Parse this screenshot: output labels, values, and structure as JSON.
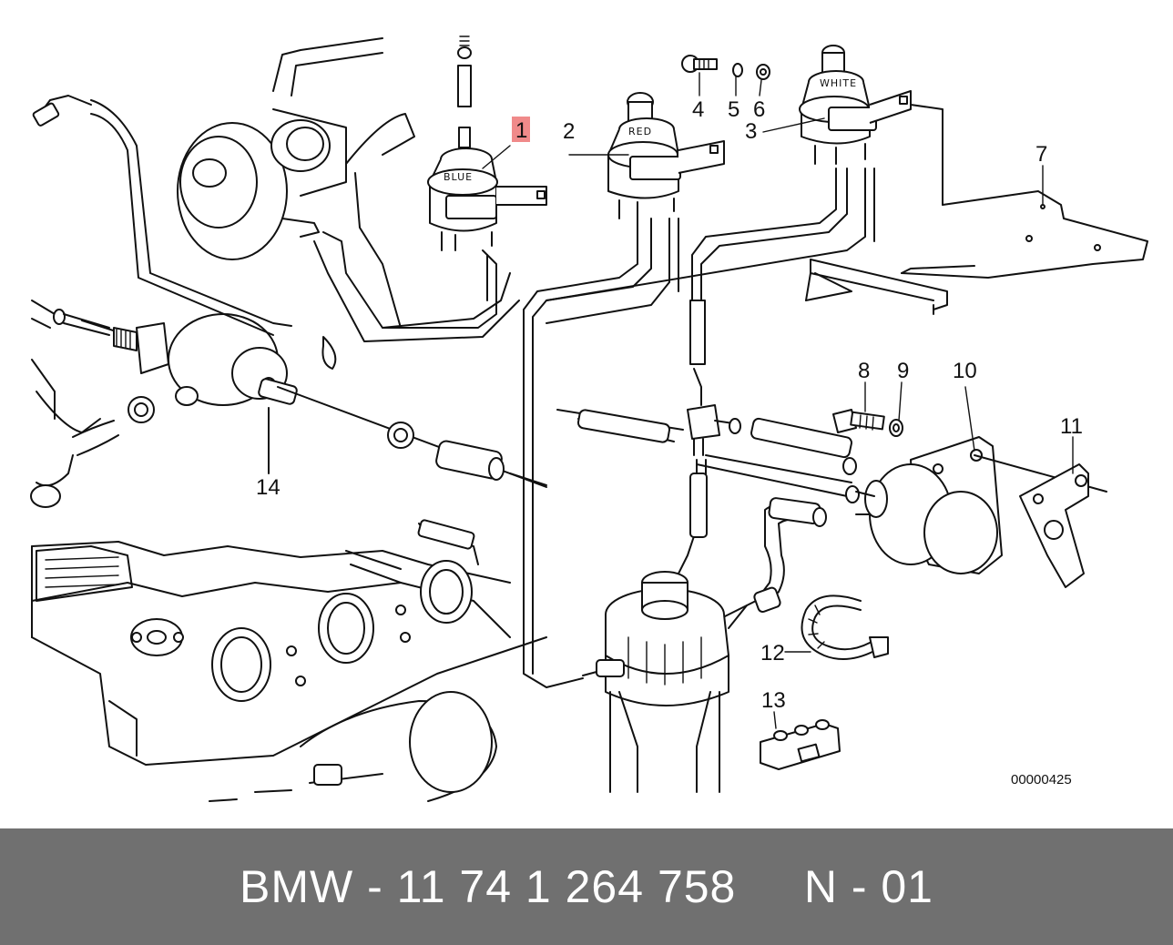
{
  "diagram": {
    "callouts": [
      "1",
      "2",
      "3",
      "4",
      "5",
      "6",
      "7",
      "8",
      "9",
      "10",
      "11",
      "12",
      "13",
      "14"
    ],
    "highlighted_callout": "1",
    "highlight_color": "#f08a8a",
    "component_labels": {
      "blue": "BLUE",
      "red": "RED",
      "white": "WHITE"
    },
    "drawing_number": "00000425"
  },
  "caption": {
    "text": "BMW - 11 74 1 264 758     N - 01",
    "background_color": "#707070",
    "text_color": "#ffffff"
  }
}
